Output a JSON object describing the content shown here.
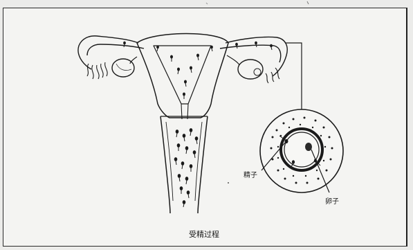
{
  "figure": {
    "caption": "受精过程",
    "labels": {
      "sperm": "精子",
      "egg": "卵子"
    }
  }
}
